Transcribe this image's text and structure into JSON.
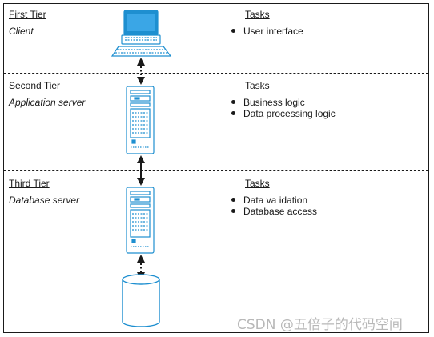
{
  "tiers": [
    {
      "name": "First Tier",
      "role": "Client",
      "tasks_heading": "Tasks",
      "tasks": [
        "User interface"
      ]
    },
    {
      "name": "Second Tier",
      "role": "Application server",
      "tasks_heading": "Tasks",
      "tasks": [
        "Business logic",
        "Data processing logic"
      ]
    },
    {
      "name": "Third Tier",
      "role": "Database server",
      "tasks_heading": "Tasks",
      "tasks": [
        "Data va idation",
        "Database access"
      ]
    }
  ],
  "icons": [
    "computer-icon",
    "server-icon",
    "server-icon",
    "database-icon"
  ],
  "colors": {
    "accent": "#1e8fd0",
    "screen": "#1e8fd0",
    "ink": "#1a1a1a"
  },
  "watermark": "CSDN @五倍子的代码空间"
}
